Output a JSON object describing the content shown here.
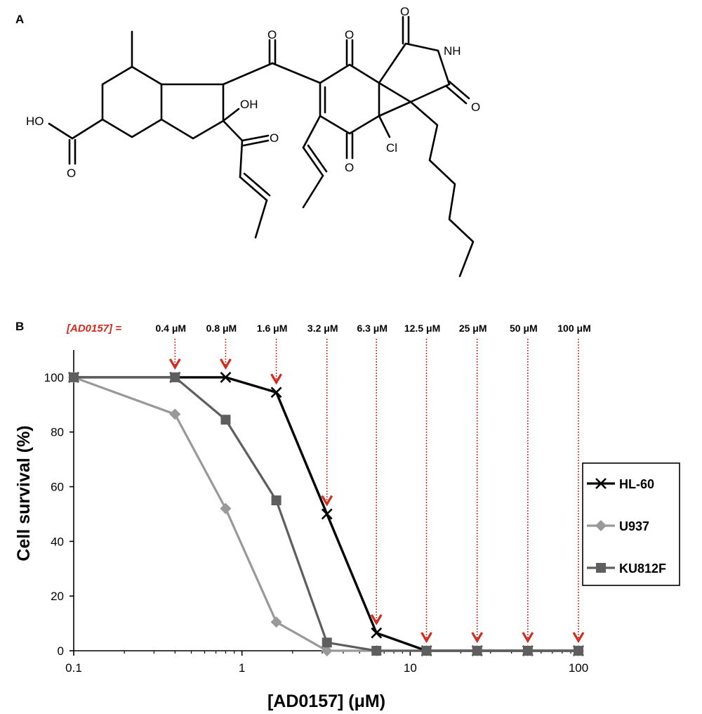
{
  "panels": {
    "a_label": "A",
    "b_label": "B"
  },
  "molecule": {
    "atom_labels": [
      "O",
      "O",
      "O",
      "NH",
      "O",
      "OH",
      "HO",
      "O",
      "O",
      "O",
      "Cl"
    ]
  },
  "colors": {
    "arrow_red": "#d42a1e",
    "hl60": "#000000",
    "u937": "#999999",
    "ku812f": "#5e5e5e"
  },
  "chart_data": {
    "type": "line",
    "xscale": "log",
    "xlabel": "[AD0157] (μM)",
    "ylabel": "Cell survival (%)",
    "xlim": [
      0.1,
      100
    ],
    "ylim": [
      0,
      110
    ],
    "xticks": [
      0.1,
      1,
      10,
      100
    ],
    "xtick_labels": [
      "0.1",
      "1",
      "10",
      "100"
    ],
    "yticks": [
      0,
      20,
      40,
      60,
      80,
      100
    ],
    "ytick_labels": [
      "0",
      "20",
      "40",
      "60",
      "80",
      "100"
    ],
    "grid": false,
    "legend_position": "right",
    "x": [
      0.1,
      0.4,
      0.8,
      1.6,
      3.2,
      6.3,
      12.5,
      25,
      50,
      100
    ],
    "series": [
      {
        "name": "HL-60",
        "marker": "x",
        "values": [
          100,
          100,
          100,
          94.5,
          50,
          6.5,
          0,
          0,
          0,
          0
        ]
      },
      {
        "name": "U937",
        "marker": "diamond",
        "values": [
          100,
          86.5,
          52,
          10.5,
          0,
          0,
          0,
          0,
          0,
          0
        ]
      },
      {
        "name": "KU812F",
        "marker": "square",
        "values": [
          100,
          100,
          84.5,
          55,
          3,
          0,
          0,
          0,
          0,
          0
        ]
      }
    ],
    "annotation_prefix": "[AD0157] =",
    "annotations": [
      {
        "x": 0.4,
        "label": "0.4 μM",
        "y": 100
      },
      {
        "x": 0.8,
        "label": "0.8 μM",
        "y": 100
      },
      {
        "x": 1.6,
        "label": "1.6 μM",
        "y": 94.5
      },
      {
        "x": 3.2,
        "label": "3.2 μM",
        "y": 50
      },
      {
        "x": 6.3,
        "label": "6.3 μM",
        "y": 6.5
      },
      {
        "x": 12.5,
        "label": "12.5 μM",
        "y": 0
      },
      {
        "x": 25,
        "label": "25 μM",
        "y": 0
      },
      {
        "x": 50,
        "label": "50 μM",
        "y": 0
      },
      {
        "x": 100,
        "label": "100 μM",
        "y": 0
      }
    ]
  }
}
